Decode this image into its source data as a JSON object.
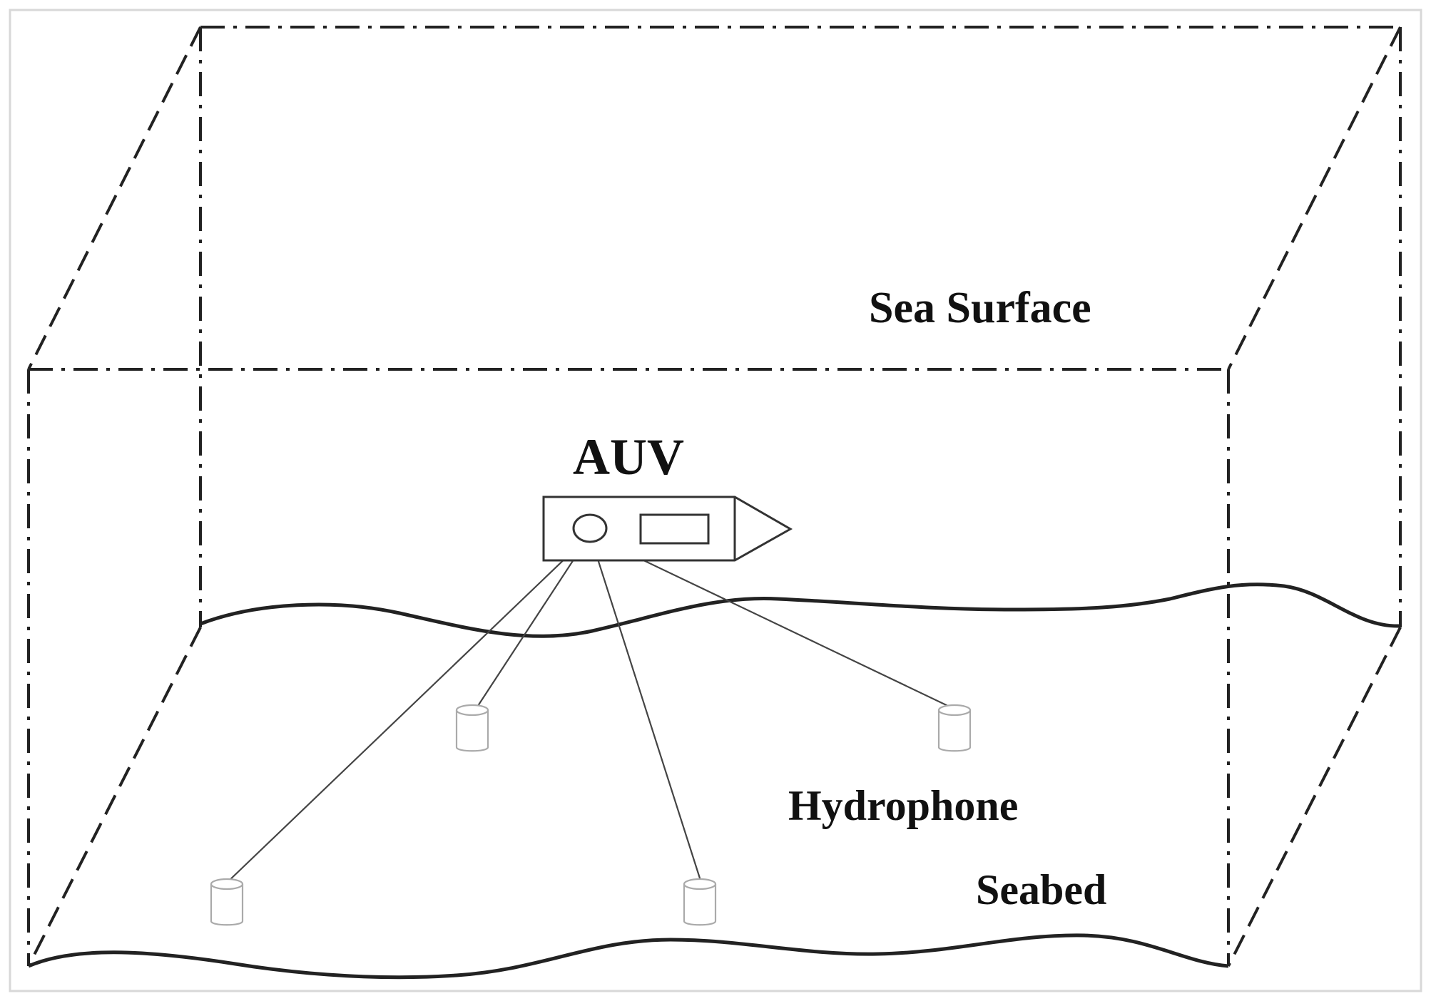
{
  "labels": {
    "sea_surface": "Sea Surface",
    "auv": "AUV",
    "hydrophone": "Hydrophone",
    "seabed": "Seabed"
  },
  "colors": {
    "line": "#222222",
    "hydrophone": "#aaaaaa"
  }
}
